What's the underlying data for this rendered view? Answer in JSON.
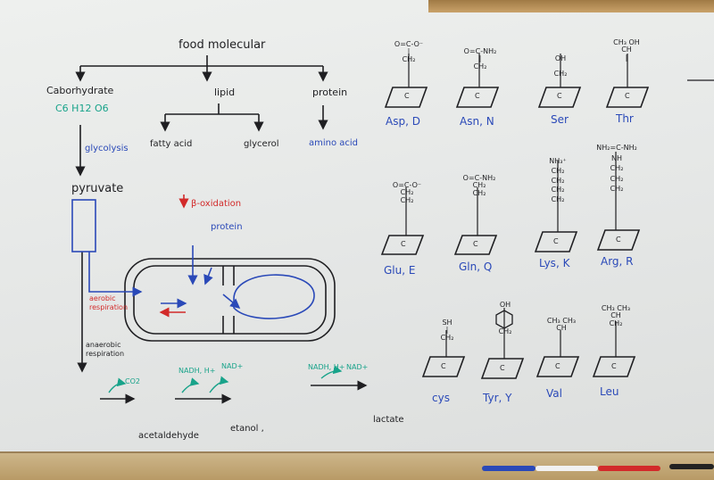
{
  "board": {
    "title": "food molecular",
    "branches": {
      "carb": "Caborhydrate",
      "carb_formula": "C6 H12 O6",
      "lipid": "lipid",
      "protein": "protein"
    },
    "lipid_parts": {
      "fatty_acid": "fatty acid",
      "glycerol": "glycerol",
      "amino_acid": "amino acid"
    },
    "glycolysis": "glycolysis",
    "pyruvate": "pyruvate",
    "beta_oxidation": "β-oxidation",
    "protein_label": "protein",
    "aerobic": [
      "aerobic",
      "respiration"
    ],
    "anaerobic": [
      "anaerobic",
      "respiration"
    ],
    "co2": "CO2",
    "nadh_1": "NADH, H+",
    "nad_1": "NAD+",
    "nadh_2": "NADH, H+",
    "nad_2": "NAD+",
    "acetaldehyde": "acetaldehyde",
    "etanol": "etanol ,",
    "lactate": "lactate"
  },
  "amino_acids": [
    {
      "label": "Asp, D",
      "side": [
        "O=C-O⁻",
        "|",
        "CH₂"
      ]
    },
    {
      "label": "Asn, N",
      "side": [
        "O=C-NH₂",
        "|",
        "CH₂"
      ]
    },
    {
      "label": "Ser",
      "side": [
        "OH",
        "|",
        "CH₂"
      ]
    },
    {
      "label": "Thr",
      "side": [
        "CH₃ OH",
        "CH",
        "|"
      ]
    },
    {
      "label": "Glu, E",
      "side": [
        "O=C-O⁻",
        "CH₂",
        "CH₂"
      ]
    },
    {
      "label": "Gln, Q",
      "side": [
        "O=C-NH₂",
        "CH₂",
        "CH₂"
      ]
    },
    {
      "label": "Lys, K",
      "side": [
        "NH₃⁺",
        "CH₂",
        "CH₂",
        "CH₂",
        "CH₂"
      ]
    },
    {
      "label": "Arg, R",
      "side": [
        "NH₂=C-NH₂",
        "NH",
        "CH₂",
        "CH₂",
        "CH₂"
      ]
    },
    {
      "label": "cys",
      "side": [
        "SH",
        "|",
        "CH₂"
      ]
    },
    {
      "label": "Tyr, Y",
      "side": [
        "OH",
        "⌬",
        "CH₂"
      ]
    },
    {
      "label": "Val",
      "side": [
        "CH₃ CH₃",
        "CH"
      ]
    },
    {
      "label": "Leu",
      "side": [
        "CH₃ CH₃",
        "CH",
        "CH₂"
      ]
    }
  ],
  "colors": {
    "ink_black": "#1f1f22",
    "ink_blue": "#2a49b8",
    "ink_red": "#d22a2a",
    "ink_green": "#18a38a"
  }
}
